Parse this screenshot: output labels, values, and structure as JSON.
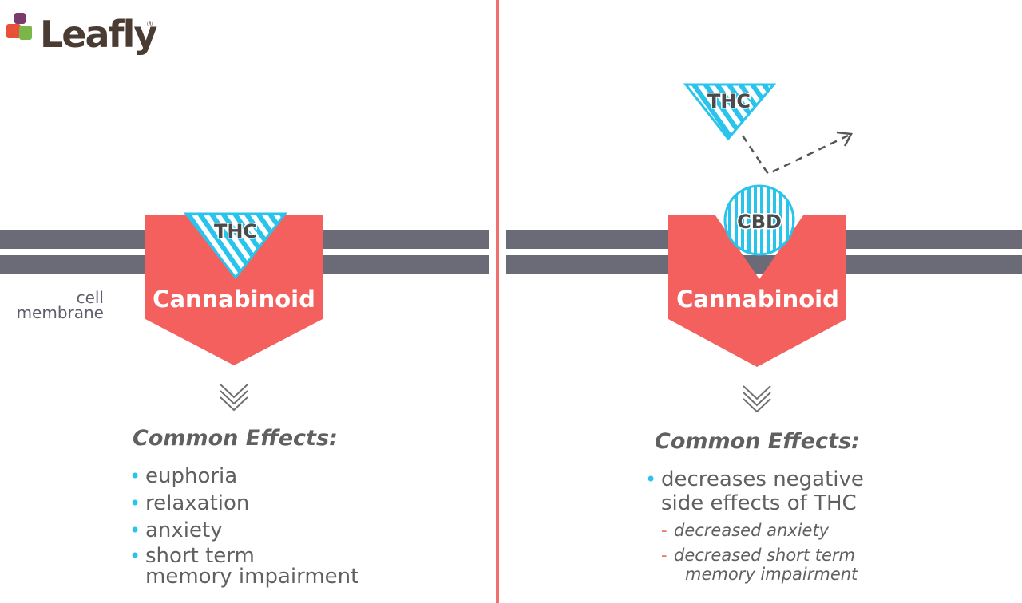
{
  "logo": {
    "text": "Leafly",
    "reg": "®"
  },
  "left_panel": {
    "membrane_label": [
      "cell",
      "membrane"
    ],
    "receptor_label": "Cannabinoid",
    "ligand_label": "THC",
    "effects_title": "Common Effects:",
    "effects": [
      {
        "text": "euphoria"
      },
      {
        "text": "relaxation"
      },
      {
        "text": "anxiety"
      },
      {
        "text": "short term",
        "text2": "memory impairment"
      }
    ]
  },
  "right_panel": {
    "receptor_label": "Cannabinoid",
    "blocker_label": "CBD",
    "ligand_label": "THC",
    "effects_title": "Common Effects:",
    "effects": [
      {
        "text": "decreases negative",
        "text2": "side effects of THC"
      }
    ],
    "sub_effects": [
      {
        "text": "decreased anxiety"
      },
      {
        "text": "decreased short term",
        "text2": "memory impairment"
      }
    ]
  },
  "colors": {
    "membrane": "#6b6b78",
    "receptor": "#f4605e",
    "stripe": "#29c4ec",
    "divider": "#f07070",
    "text": "#606060",
    "bullet": "#29c4ec",
    "dash": "#f0704f",
    "logo_red": "#e8503a",
    "logo_green": "#7ab648",
    "logo_purple": "#7a3a6b"
  },
  "icons": [
    "chevron-down-triple-icon",
    "dashed-arrow-icon",
    "leafly-logo-icon"
  ]
}
